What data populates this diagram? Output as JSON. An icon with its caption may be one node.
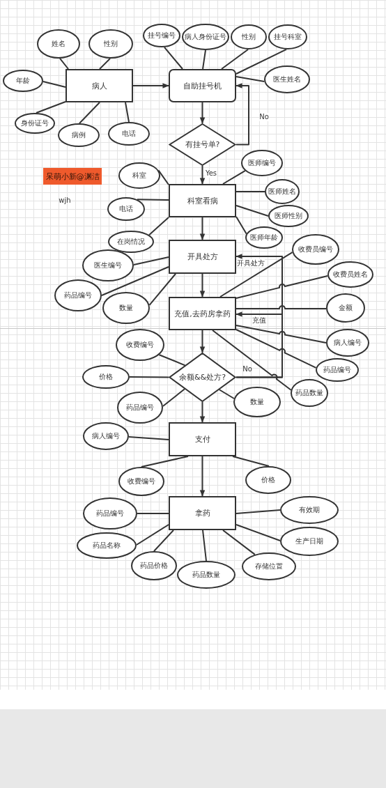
{
  "diagram": {
    "nodes": [
      {
        "text": [
          "姓名"
        ]
      },
      {
        "text": [
          "性别"
        ]
      },
      {
        "text": [
          "挂号编号"
        ]
      },
      {
        "text": [
          "病人身份证号"
        ]
      },
      {
        "text": [
          "性别"
        ]
      },
      {
        "text": [
          "挂号科室"
        ]
      },
      {
        "text": [
          "年龄"
        ]
      },
      {
        "text": [
          "病人"
        ]
      },
      {
        "text": [
          "自助挂号机"
        ]
      },
      {
        "text": [
          "医生姓名"
        ]
      },
      {
        "text": [
          "身份证号"
        ]
      },
      {
        "text": [
          "病例"
        ]
      },
      {
        "text": [
          "电话"
        ]
      },
      {
        "text": [
          "有挂号单?"
        ]
      },
      {
        "text": [
          "医师编号"
        ]
      },
      {
        "text": [
          "科室"
        ]
      },
      {
        "text": [
          "呆萌小新@渊洁"
        ]
      },
      {
        "text": [
          "科室看病"
        ]
      },
      {
        "text": [
          "医师姓名"
        ]
      },
      {
        "text": [
          "电话"
        ]
      },
      {
        "text": [
          "医师性别"
        ]
      },
      {
        "text": [
          "在岗情况"
        ]
      },
      {
        "text": [
          "医师年龄"
        ]
      },
      {
        "text": [
          "收费员编号"
        ]
      },
      {
        "text": [
          "开具处方"
        ]
      },
      {
        "text": [
          "医生编号"
        ]
      },
      {
        "text": [
          "收费员姓名"
        ]
      },
      {
        "text": [
          "药品编号"
        ]
      },
      {
        "text": [
          "充值,去药房拿药"
        ]
      },
      {
        "text": [
          "金额"
        ]
      },
      {
        "text": [
          "数量"
        ]
      },
      {
        "text": [
          "收费编号"
        ]
      },
      {
        "text": [
          "病人编号"
        ]
      },
      {
        "text": [
          "药品编号"
        ]
      },
      {
        "text": [
          "价格"
        ]
      },
      {
        "text": [
          "余额&&处方?"
        ]
      },
      {
        "text": [
          "药品数量"
        ]
      },
      {
        "text": [
          "数量"
        ]
      },
      {
        "text": [
          "药品编号"
        ]
      },
      {
        "text": [
          "支付"
        ]
      },
      {
        "text": [
          "病人编号"
        ]
      },
      {
        "text": [
          "收费编号"
        ]
      },
      {
        "text": [
          "价格"
        ]
      },
      {
        "text": [
          "有效期"
        ]
      },
      {
        "text": [
          "拿药"
        ]
      },
      {
        "text": [
          "药品编号"
        ]
      },
      {
        "text": [
          "生产日期"
        ]
      },
      {
        "text": [
          "药品名称"
        ]
      },
      {
        "text": [
          "药品价格"
        ]
      },
      {
        "text": [
          "存储位置"
        ]
      },
      {
        "text": [
          "药品数量"
        ]
      }
    ],
    "edges": [
      {
        "from": 7,
        "to": 0,
        "arrow": "none"
      },
      {
        "from": 7,
        "to": 1,
        "arrow": "none"
      },
      {
        "from": 7,
        "to": 6,
        "arrow": "none"
      },
      {
        "from": 7,
        "to": 10,
        "arrow": "none"
      },
      {
        "from": 7,
        "to": 11,
        "arrow": "none"
      },
      {
        "from": 7,
        "to": 12,
        "arrow": "none"
      },
      {
        "from": 7,
        "to": 8,
        "arrow": "to"
      },
      {
        "from": 8,
        "to": 2,
        "arrow": "none"
      },
      {
        "from": 8,
        "to": 3,
        "arrow": "none"
      },
      {
        "from": 8,
        "to": 4,
        "arrow": "none"
      },
      {
        "from": 8,
        "to": 5,
        "arrow": "none"
      },
      {
        "from": 8,
        "to": 9,
        "arrow": "none"
      },
      {
        "from": 8,
        "to": 13,
        "arrow": "to"
      },
      {
        "from": 13,
        "to": 8,
        "arrow": "to",
        "label": "No"
      },
      {
        "from": 13,
        "to": 17,
        "arrow": "to",
        "label": "Yes"
      },
      {
        "from": 17,
        "to": 15,
        "arrow": "none"
      },
      {
        "from": 17,
        "to": 19,
        "arrow": "none"
      },
      {
        "from": 17,
        "to": 21,
        "arrow": "none"
      },
      {
        "from": 17,
        "to": 14,
        "arrow": "none"
      },
      {
        "from": 17,
        "to": 18,
        "arrow": "none"
      },
      {
        "from": 17,
        "to": 20,
        "arrow": "none"
      },
      {
        "from": 17,
        "to": 22,
        "arrow": "none"
      },
      {
        "from": 17,
        "to": 24,
        "arrow": "to"
      },
      {
        "from": 24,
        "to": 25,
        "arrow": "none"
      },
      {
        "from": 24,
        "to": 27,
        "arrow": "none"
      },
      {
        "from": 24,
        "to": 30,
        "arrow": "none"
      },
      {
        "from": 24,
        "to": 28,
        "arrow": "to"
      },
      {
        "from": 28,
        "to": 23,
        "arrow": "none"
      },
      {
        "from": 28,
        "to": 26,
        "arrow": "none"
      },
      {
        "from": 28,
        "to": 29,
        "arrow": "none"
      },
      {
        "from": 28,
        "to": 32,
        "arrow": "none"
      },
      {
        "from": 28,
        "to": 33,
        "arrow": "none"
      },
      {
        "from": 28,
        "to": 36,
        "arrow": "none"
      },
      {
        "from": 28,
        "to": 35,
        "arrow": "to"
      },
      {
        "from": 35,
        "to": 24,
        "arrow": "to",
        "label": "开具处方"
      },
      {
        "from": 35,
        "to": 28,
        "arrow": "to",
        "label": "充值"
      },
      {
        "from": 35,
        "to": 31,
        "arrow": "none"
      },
      {
        "from": 35,
        "to": 34,
        "arrow": "none"
      },
      {
        "from": 35,
        "to": 38,
        "arrow": "none"
      },
      {
        "from": 35,
        "to": 37,
        "arrow": "none"
      },
      {
        "from": 35,
        "to": 39,
        "arrow": "to"
      },
      {
        "from": 39,
        "to": 40,
        "arrow": "none"
      },
      {
        "from": 39,
        "to": 41,
        "arrow": "none"
      },
      {
        "from": 39,
        "to": 42,
        "arrow": "none"
      },
      {
        "from": 39,
        "to": 44,
        "arrow": "to"
      },
      {
        "from": 44,
        "to": 45,
        "arrow": "none"
      },
      {
        "from": 44,
        "to": 47,
        "arrow": "none"
      },
      {
        "from": 44,
        "to": 48,
        "arrow": "none"
      },
      {
        "from": 44,
        "to": 50,
        "arrow": "none"
      },
      {
        "from": 44,
        "to": 49,
        "arrow": "none"
      },
      {
        "from": 44,
        "to": 46,
        "arrow": "none"
      },
      {
        "from": 44,
        "to": 43,
        "arrow": "none"
      }
    ],
    "labels": [
      "wjh",
      "No"
    ]
  }
}
